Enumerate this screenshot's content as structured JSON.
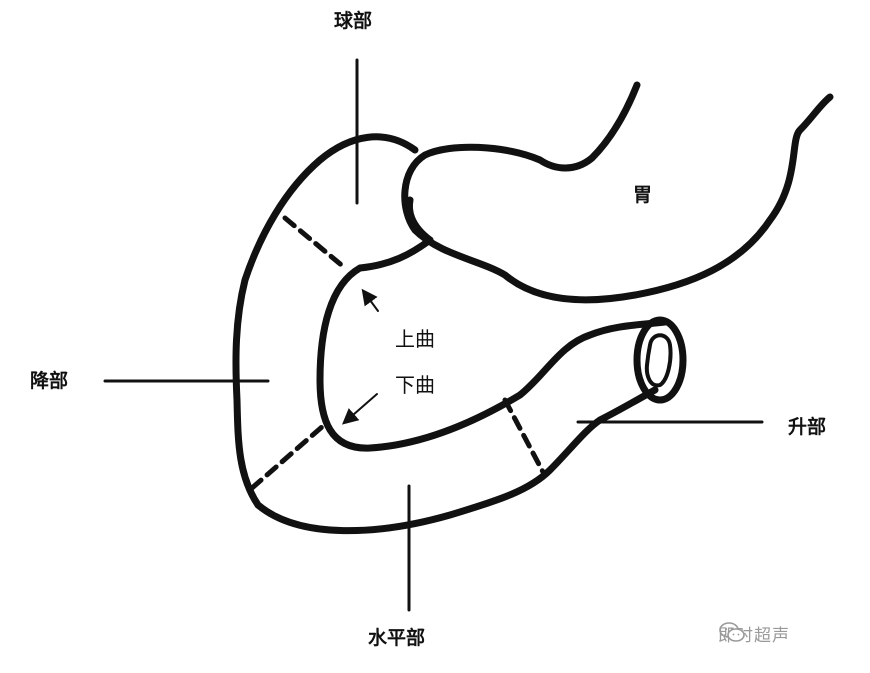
{
  "labels": {
    "bulb": "球部",
    "stomach": "胃",
    "superior_flexure": "上曲",
    "inferior_flexure": "下曲",
    "descending": "降部",
    "ascending": "升部",
    "horizontal": "水平部"
  },
  "watermark": {
    "text": "即时超声"
  },
  "colors": {
    "stroke": "#111111",
    "watermark": "#9a9a9a"
  }
}
